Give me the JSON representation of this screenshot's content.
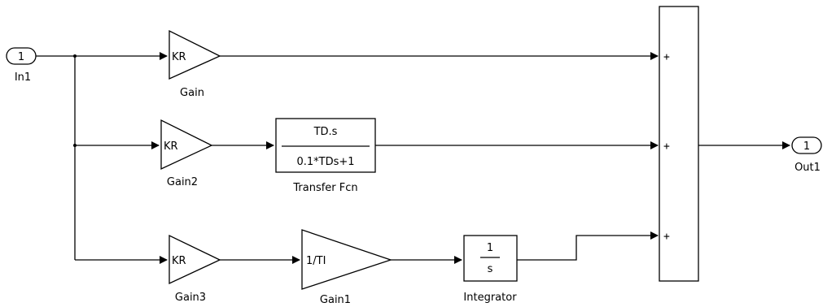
{
  "inport": {
    "number": "1",
    "name": "In1"
  },
  "outport": {
    "number": "1",
    "name": "Out1"
  },
  "gain": {
    "value": "KR",
    "name": "Gain"
  },
  "gain2": {
    "value": "KR",
    "name": "Gain2"
  },
  "gain3": {
    "value": "KR",
    "name": "Gain3"
  },
  "gain1": {
    "value": "1/TI",
    "name": "Gain1"
  },
  "transfer_fcn": {
    "numerator": "TD.s",
    "denominator": "0.1*TDs+1",
    "name": "Transfer Fcn"
  },
  "integrator": {
    "numerator": "1",
    "denominator": "s",
    "name": "Integrator"
  },
  "sum": {
    "signs": [
      "+",
      "+",
      "+"
    ]
  }
}
